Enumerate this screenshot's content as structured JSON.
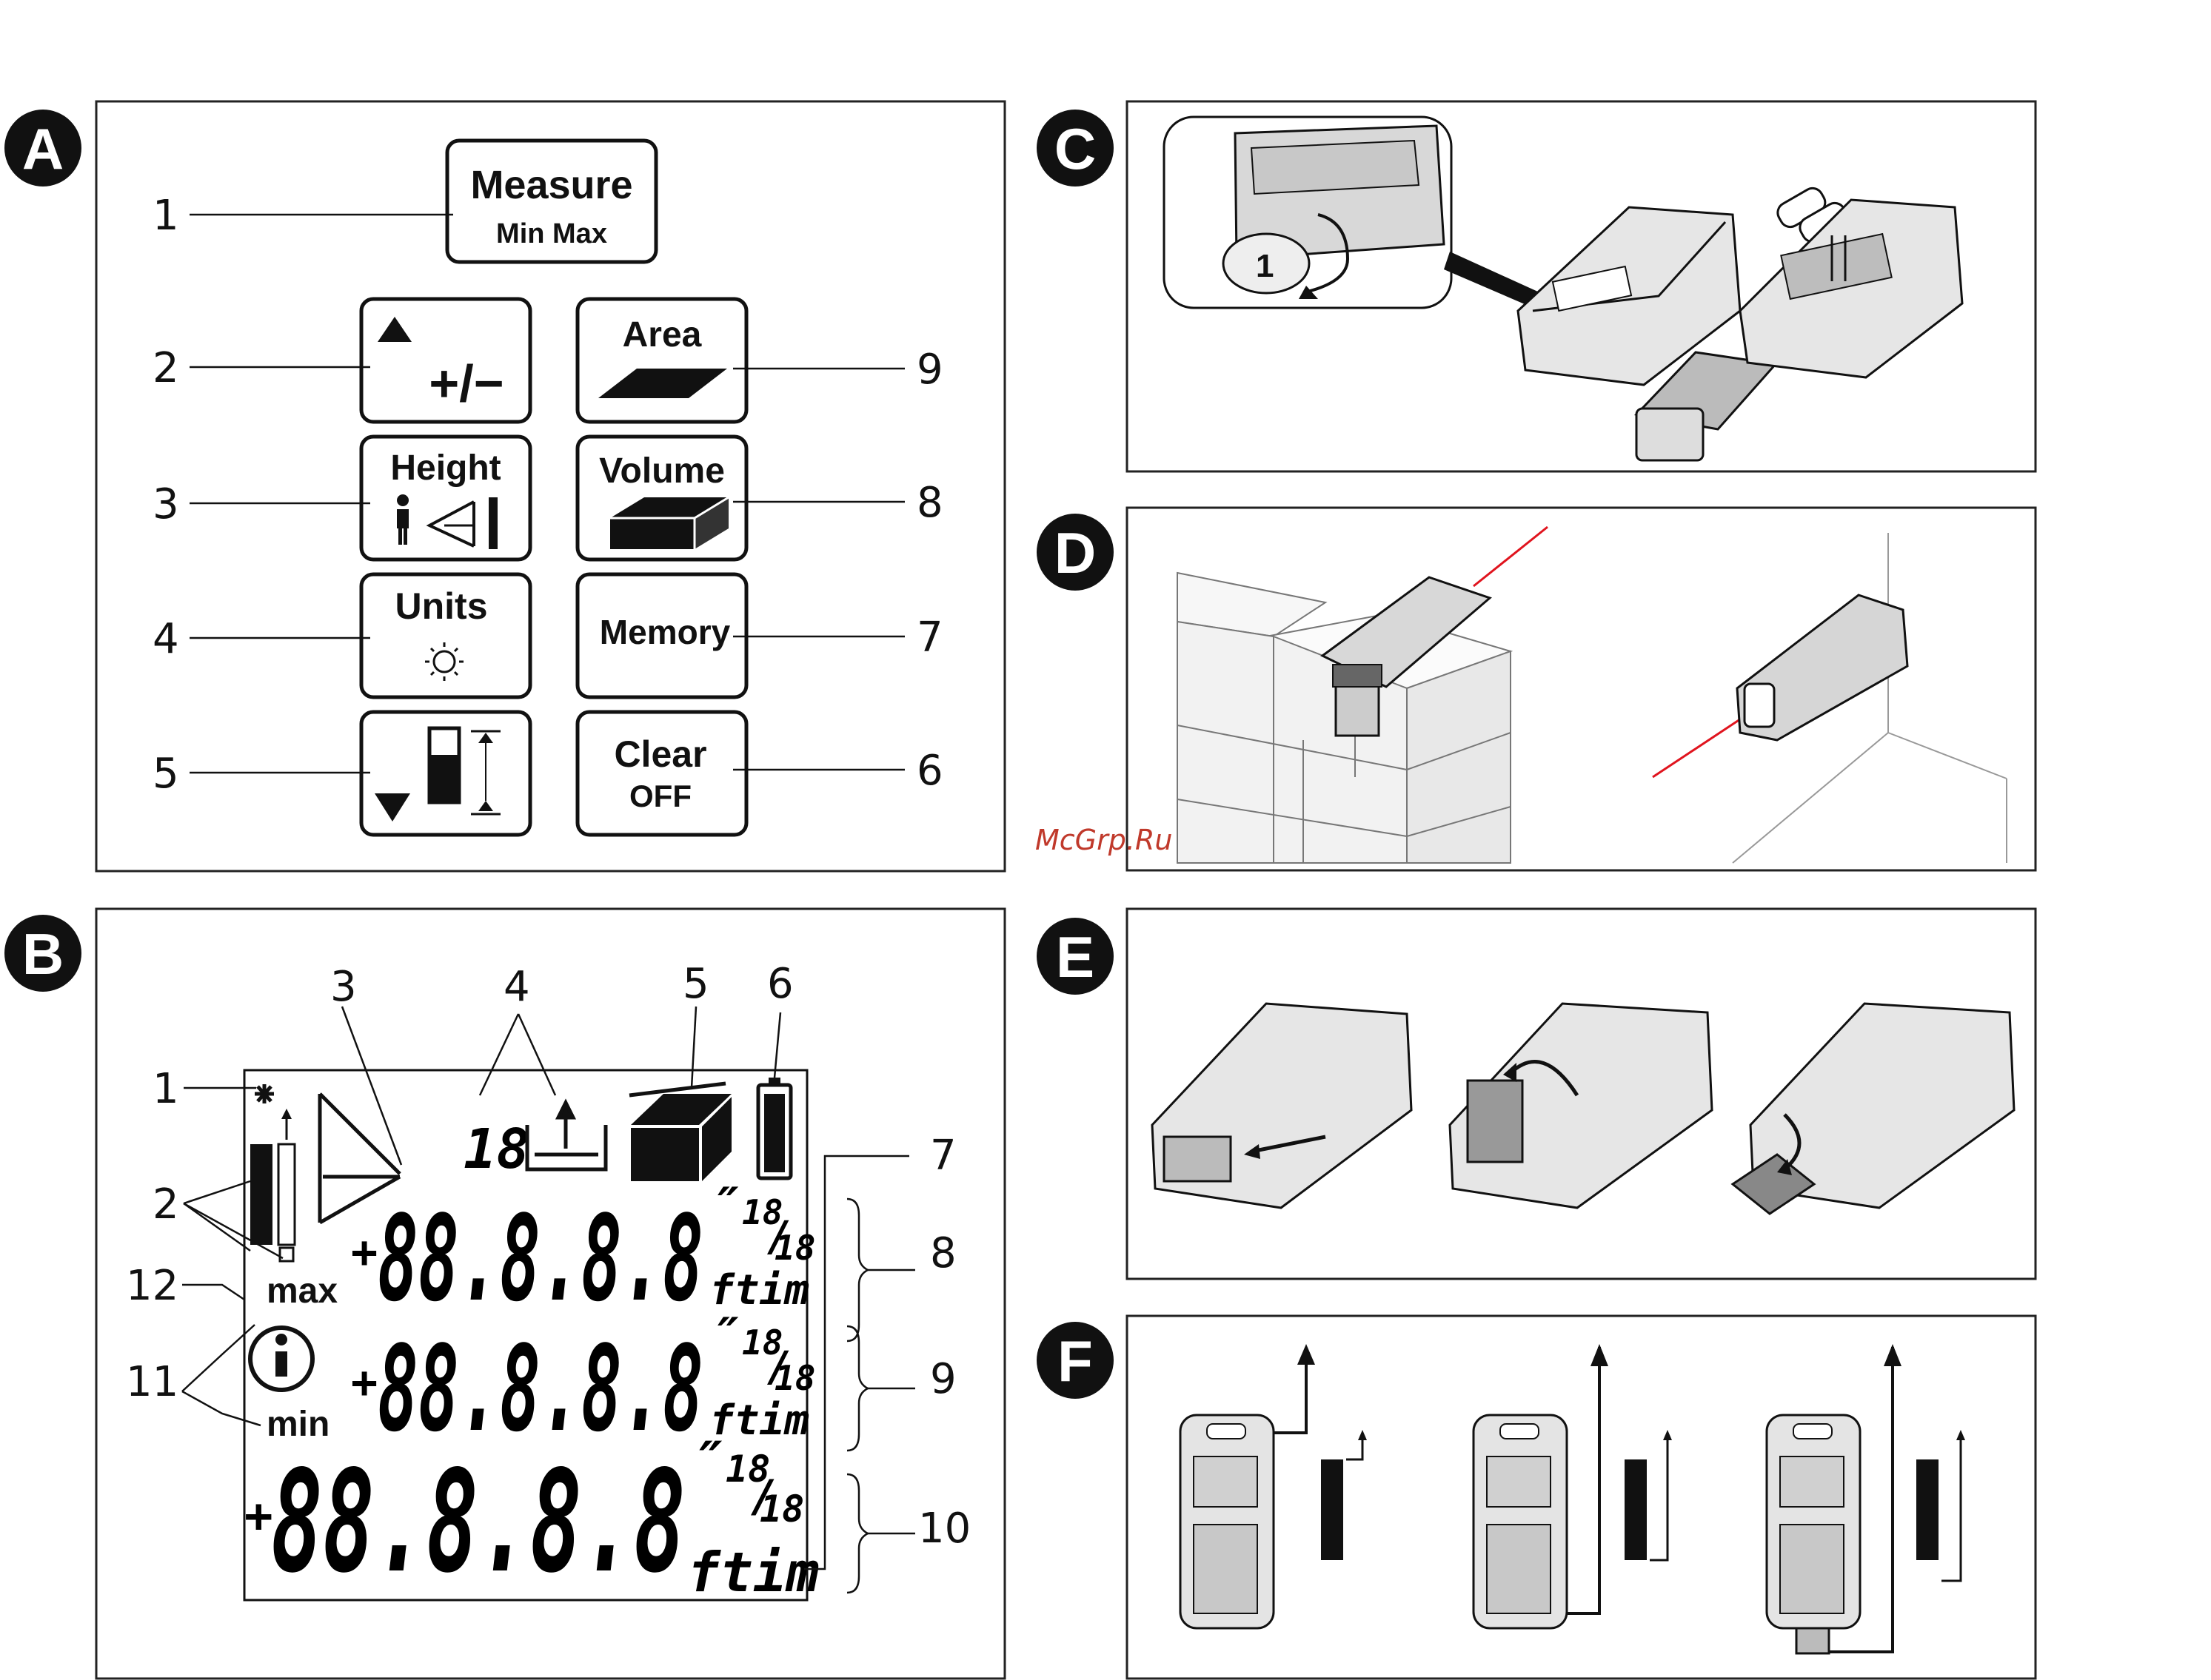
{
  "panel_letters": {
    "a": "A",
    "b": "B",
    "c": "C",
    "d": "D",
    "e": "E",
    "f": "F"
  },
  "panel_a": {
    "buttons": {
      "measure": {
        "label": "Measure",
        "sublabel": "Min Max"
      },
      "plus_minus": {
        "symbol": "+/−"
      },
      "height": {
        "label": "Height"
      },
      "units": {
        "label": "Units"
      },
      "area": {
        "label": "Area"
      },
      "volume": {
        "label": "Volume"
      },
      "memory": {
        "label": "Memory"
      },
      "clear": {
        "label": "Clear",
        "sublabel": "OFF"
      }
    },
    "callouts": {
      "n1": "1",
      "n2": "2",
      "n3": "3",
      "n4": "4",
      "n5": "5",
      "n6": "6",
      "n7": "7",
      "n8": "8",
      "n9": "9"
    }
  },
  "panel_b": {
    "callouts": {
      "n1": "1",
      "n2": "2",
      "n3": "3",
      "n4": "4",
      "n5": "5",
      "n6": "6",
      "n7": "7",
      "n8": "8",
      "n9": "9",
      "n10": "10",
      "n11": "11",
      "n12": "12"
    },
    "lcd": {
      "max": "max",
      "min": "min",
      "memory_slot": "18",
      "sign": "+",
      "digits": "88.8.8.8",
      "inch_mark": "″",
      "frac_num": "18",
      "frac_slash": "/",
      "frac_den": "18",
      "units": "ftim"
    }
  },
  "watermark": "McGrp.Ru",
  "colors": {
    "laser": "#e0141e",
    "ink": "#111111",
    "panel_border": "#222222"
  }
}
